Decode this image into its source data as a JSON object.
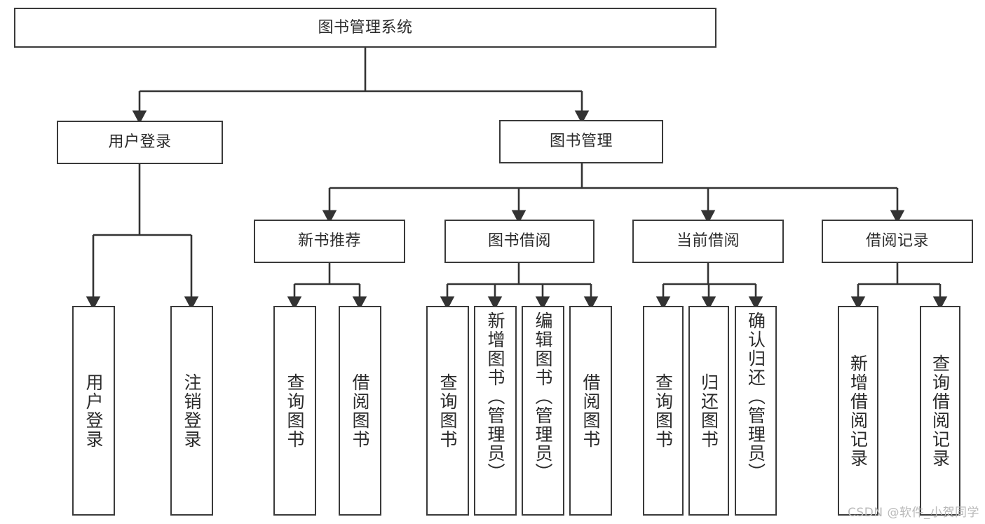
{
  "diagram": {
    "title": "图书管理系统",
    "type": "hierarchy-tree",
    "watermark": "CSDN @软件_小贺同学",
    "colors": {
      "box_border": "#3a3a3a",
      "box_fill": "#ffffff",
      "edge": "#333333",
      "text": "#2b2b2b",
      "watermark": "#b9b9b9"
    },
    "nodes": {
      "root": {
        "label": "图书管理系统"
      },
      "level2": [
        {
          "label": "用户登录"
        },
        {
          "label": "图书管理"
        }
      ],
      "level3": [
        {
          "label": "新书推荐"
        },
        {
          "label": "图书借阅"
        },
        {
          "label": "当前借阅"
        },
        {
          "label": "借阅记录"
        }
      ],
      "leaves_user_login": [
        {
          "label": "用户登录"
        },
        {
          "label": "注销登录"
        }
      ],
      "leaves_new_book": [
        {
          "label": "查询图书"
        },
        {
          "label": "借阅图书"
        }
      ],
      "leaves_borrow": [
        {
          "label": "查询图书"
        },
        {
          "label": "新增图书（管理员）"
        },
        {
          "label": "编辑图书（管理员）"
        },
        {
          "label": "借阅图书"
        }
      ],
      "leaves_current": [
        {
          "label": "查询图书"
        },
        {
          "label": "归还图书"
        },
        {
          "label": "确认归还（管理员）"
        }
      ],
      "leaves_record": [
        {
          "label": "新增借阅记录"
        },
        {
          "label": "查询借阅记录"
        }
      ]
    }
  }
}
